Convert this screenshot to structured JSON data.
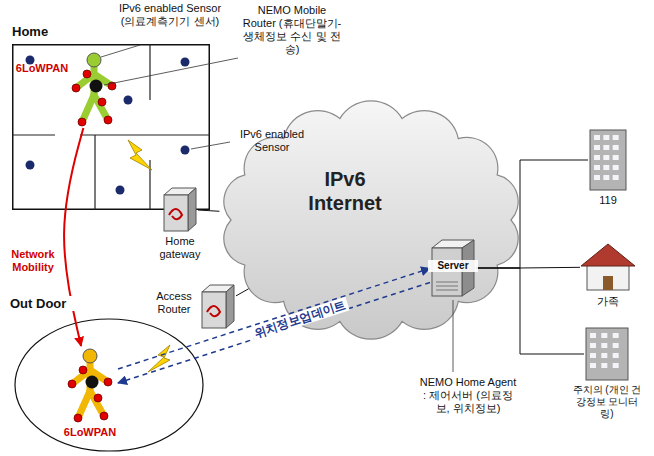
{
  "diagram": {
    "nodes": [
      {
        "text": [
          "Home"
        ]
      },
      {
        "text": [
          "6LoWPAN"
        ],
        "in": 0
      },
      {
        "text": [
          "Home gateway"
        ]
      },
      {
        "text": [
          "IPv6 Internet"
        ]
      },
      {
        "text": [
          "Server",
          "NEMO Home Agent : 제어서버 (의료정보, 위치정보)"
        ],
        "in": 3
      },
      {
        "text": [
          "Out Door"
        ]
      },
      {
        "text": [
          "Access Router"
        ]
      },
      {
        "text": [
          "6LoWPAN"
        ],
        "in": 5
      },
      {
        "text": [
          "119"
        ]
      },
      {
        "text": [
          "가족"
        ]
      },
      {
        "text": [
          "주치의 (개인 건강정보 모니터링)"
        ]
      }
    ],
    "edges": [
      {
        "from": 1,
        "to": 7,
        "arrow": "to",
        "label": "Network Mobility"
      },
      {
        "from": 2,
        "to": 3,
        "arrow": "none"
      },
      {
        "from": 6,
        "to": 3,
        "arrow": "none"
      },
      {
        "from": 4,
        "to": 7,
        "arrow": "to",
        "label": "위치정보업데이트"
      },
      {
        "from": 7,
        "to": 4,
        "arrow": "to"
      },
      {
        "from": 4,
        "to": 8,
        "arrow": "none"
      },
      {
        "from": 4,
        "to": 9,
        "arrow": "none"
      },
      {
        "from": 4,
        "to": 10,
        "arrow": "none"
      }
    ],
    "labels": [
      "IPv6 enabled Sensor (의료계측기기 센서)",
      "NEMO Mobile Router (휴대단말기-생체정보 수신 및 전송)",
      "IPv6 enabled Sensor"
    ]
  }
}
